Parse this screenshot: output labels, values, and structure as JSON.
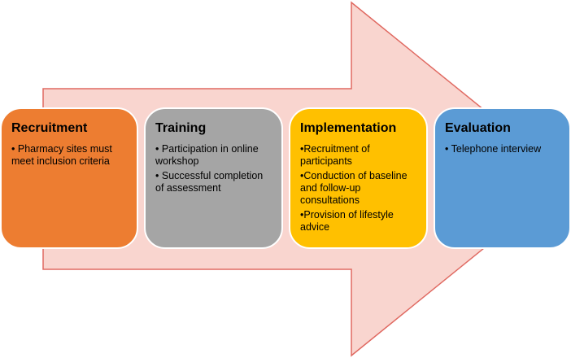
{
  "colors": {
    "arrow_fill": "#F9D5CF",
    "arrow_stroke": "#E06A62",
    "recruitment": "#ED7D31",
    "training": "#A5A5A5",
    "implementation": "#FFC000",
    "evaluation": "#5B9BD5"
  },
  "stages": [
    {
      "title": "Recruitment",
      "bullet_style": "spaced",
      "bullets": [
        "Pharmacy sites must meet inclusion criteria"
      ]
    },
    {
      "title": "Training",
      "bullet_style": "spaced",
      "bullets": [
        "Participation in online workshop",
        "Successful completion of assessment"
      ]
    },
    {
      "title": "Implementation",
      "bullet_style": "tight",
      "bullets": [
        "Recruitment of participants",
        "Conduction of baseline and follow-up consultations",
        "Provision of lifestyle advice"
      ]
    },
    {
      "title": "Evaluation",
      "bullet_style": "spaced",
      "bullets": [
        "Telephone interview"
      ]
    }
  ]
}
